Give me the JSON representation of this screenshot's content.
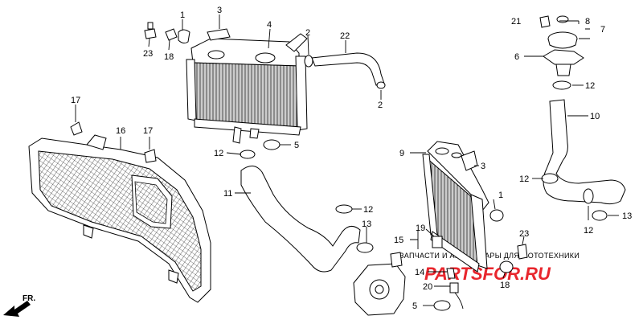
{
  "callouts": [
    "1",
    "2",
    "3",
    "4",
    "5",
    "6",
    "7",
    "8",
    "9",
    "10",
    "11",
    "12",
    "13",
    "14",
    "15",
    "16",
    "17",
    "18",
    "19",
    "20",
    "21",
    "22",
    "23"
  ],
  "watermark": {
    "line1": "ЗАПЧАСТИ И АКСЕССУАРЫ ДЛЯ МОТОТЕХНИКИ",
    "line2": "PARTSFOR.RU",
    "color": "#e8262d"
  },
  "direction_label": "FR."
}
